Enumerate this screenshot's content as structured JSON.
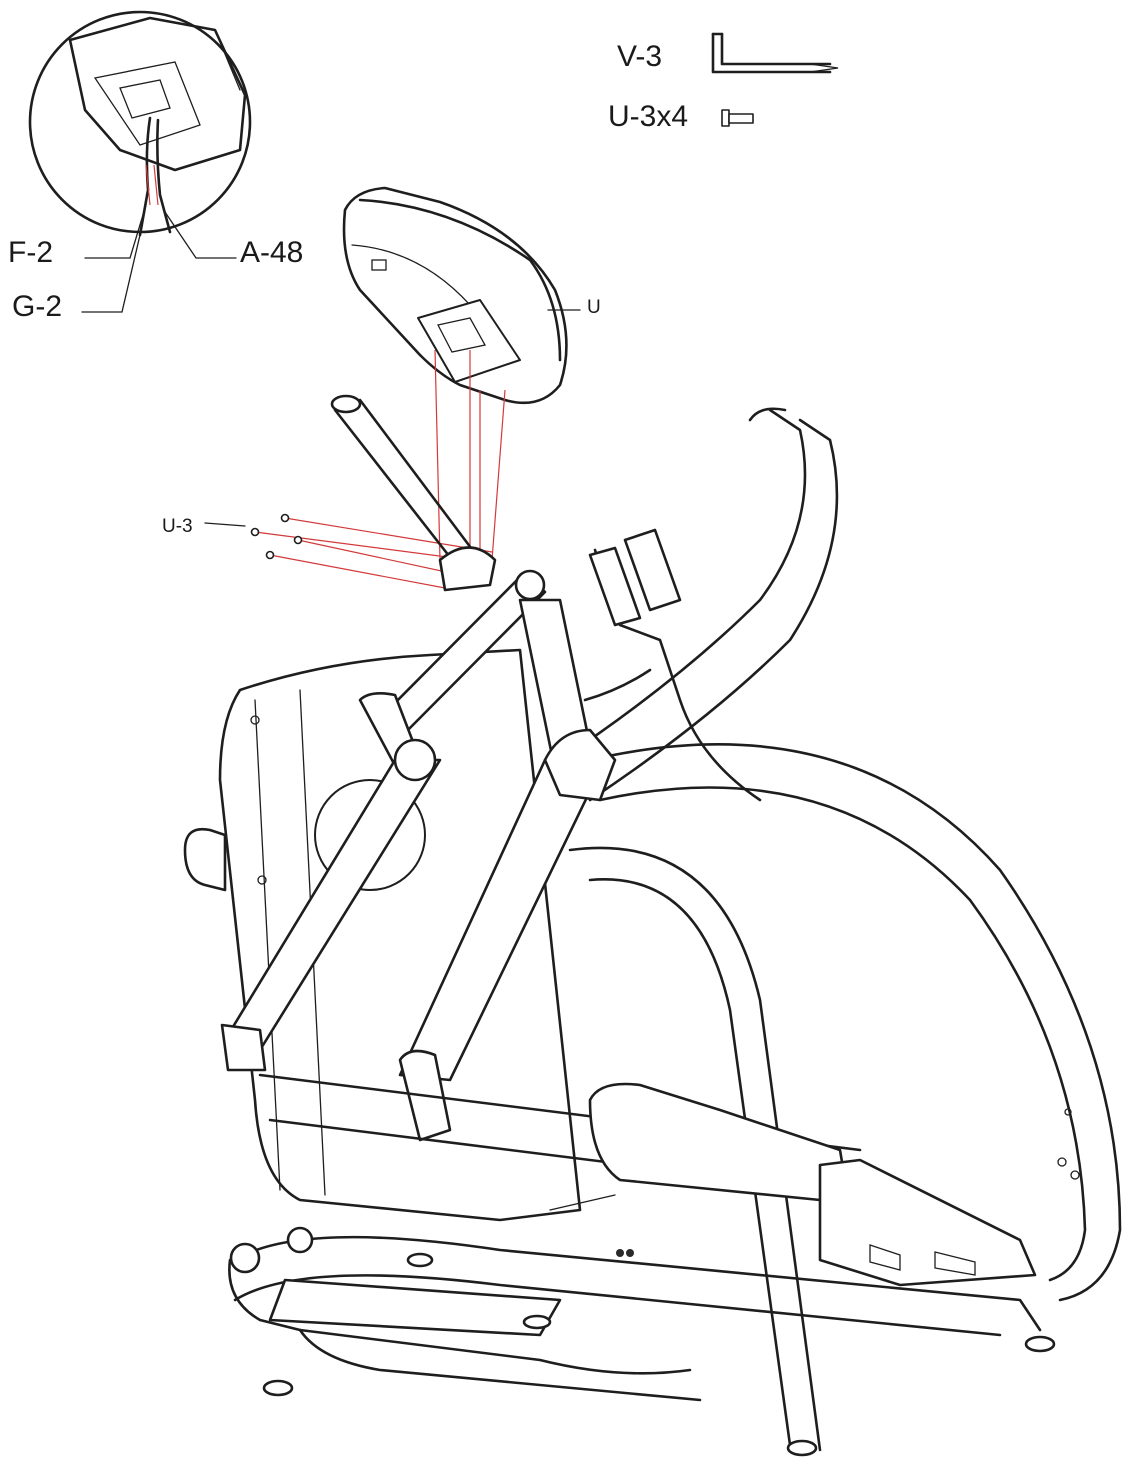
{
  "labels": {
    "f2": "F-2",
    "a48": "A-48",
    "g2": "G-2",
    "v3": "V-3",
    "u3x4": "U-3x4",
    "u": "U",
    "u3": "U-3"
  },
  "icons": {
    "allen_key": "allen-key-icon",
    "bolt": "bolt-icon"
  },
  "colors": {
    "line": "#1e1e1e",
    "guide": "#d23a3a",
    "background": "#ffffff"
  }
}
